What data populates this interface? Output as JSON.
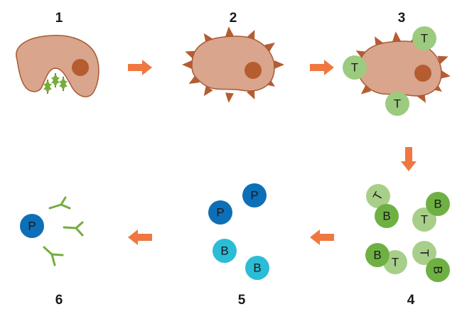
{
  "title": "Immune response stages",
  "colors": {
    "macrophage_fill": "#d9a58c",
    "macrophage_stroke": "#a85a34",
    "nucleus": "#b65c31",
    "spike": "#b65c31",
    "arrow": "#f07740",
    "antigen_green": "#76ad3c",
    "t_cell": "#a8cf8a",
    "t_cell_stage3": "#9ccb7f",
    "b_cell_dark": "#6fb043",
    "plasma_cell": "#0d6fb8",
    "memory_b_cell": "#2bbcd6",
    "antibody": "#73ad3d"
  },
  "stages": [
    {
      "number": "1",
      "description": "Macrophage engulfing antigens"
    },
    {
      "number": "2",
      "description": "Macrophage presenting antigens"
    },
    {
      "number": "3",
      "description": "T cells bind to antigen-presenting macrophage"
    },
    {
      "number": "4",
      "description": "T cells activate B cells"
    },
    {
      "number": "5",
      "description": "B cells become plasma cells and memory B cells"
    },
    {
      "number": "6",
      "description": "Plasma cell releases antibodies"
    }
  ],
  "labels": {
    "t_cell": "T",
    "b_cell": "B",
    "plasma_cell": "P"
  }
}
